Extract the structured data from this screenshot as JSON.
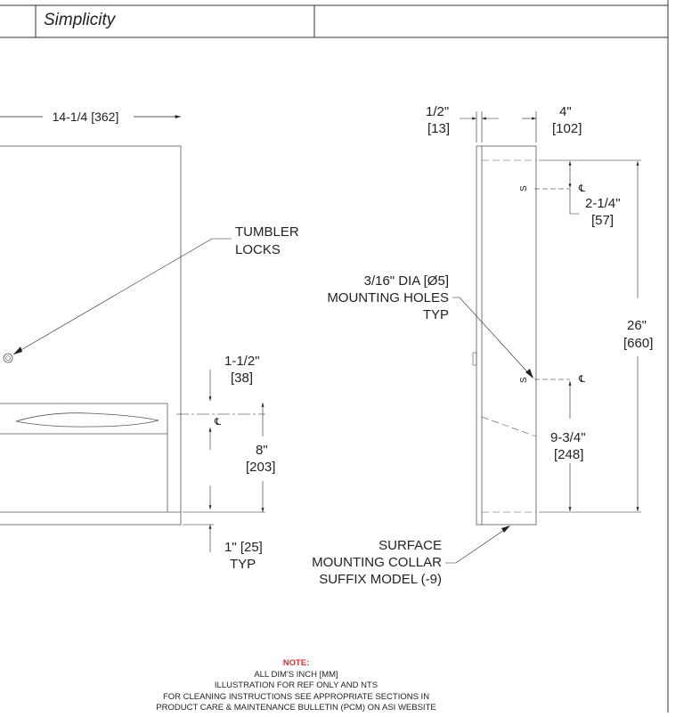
{
  "header": {
    "title": "Simplicity"
  },
  "front_view": {
    "width_dim": "14-1/4 [362]",
    "locks_label": [
      "TUMBLER",
      "LOCKS"
    ],
    "offset_dim": [
      "1-1/2\"",
      "[38]"
    ],
    "height_dim": [
      "8\"",
      "[203]"
    ],
    "bottom_dim": [
      "1\" [25]",
      "TYP"
    ],
    "centerline_symbol": "℄"
  },
  "side_view": {
    "depth_collar_dim": [
      "1/2\"",
      "[13]"
    ],
    "depth_dim": [
      "4\"",
      "[102]"
    ],
    "top_hole_dim": [
      "2-1/4\"",
      "[57]"
    ],
    "overall_height_dim": [
      "26\"",
      "[660]"
    ],
    "lower_hole_dim": [
      "9-3/4\"",
      "[248]"
    ],
    "holes_label": [
      "3/16\" DIA [Ø5]",
      "MOUNTING HOLES",
      "TYP"
    ],
    "collar_label": [
      "SURFACE",
      "MOUNTING COLLAR",
      "SUFFIX MODEL (-9)"
    ],
    "hole_mark": "S",
    "centerline_symbol": "℄"
  },
  "notes": {
    "title": "NOTE:",
    "lines": [
      "ALL DIM'S INCH [MM]",
      "ILLUSTRATION FOR REF ONLY AND NTS",
      "FOR CLEANING INSTRUCTIONS SEE APPROPRIATE SECTIONS IN",
      "PRODUCT CARE & MAINTENANCE BULLETIN (PCM) ON ASI WEBSITE"
    ]
  },
  "colors": {
    "line": "#333333",
    "note_accent": "#d32f2f"
  }
}
